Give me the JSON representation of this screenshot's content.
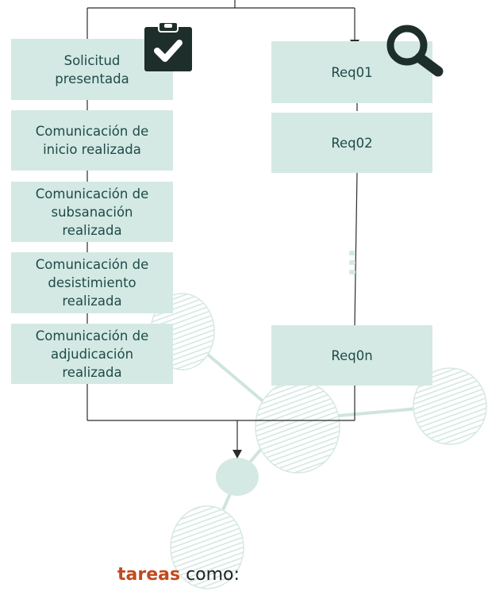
{
  "left_column": [
    {
      "label": "Solicitud\npresentada"
    },
    {
      "label": "Comunicación de\ninicio realizada"
    },
    {
      "label": "Comunicación de\nsubsanación\nrealizada"
    },
    {
      "label": "Comunicación de\ndesistimiento\nrealizada"
    },
    {
      "label": "Comunicación de\nadjudicación\nrealizada"
    }
  ],
  "right_column": [
    {
      "label": "Req01"
    },
    {
      "label": "Req02"
    },
    {
      "label": "Req0n"
    }
  ],
  "icons": {
    "left": "clipboard-check-icon",
    "right": "magnifier-icon"
  },
  "colors": {
    "box": "#d4e9e4",
    "box_text": "#1f4a48",
    "line": "#2b2b2b",
    "icon": "#1e2e2b",
    "accent": "#c04a1d"
  },
  "footer": {
    "highlight": "tareas",
    "rest": " como:"
  }
}
